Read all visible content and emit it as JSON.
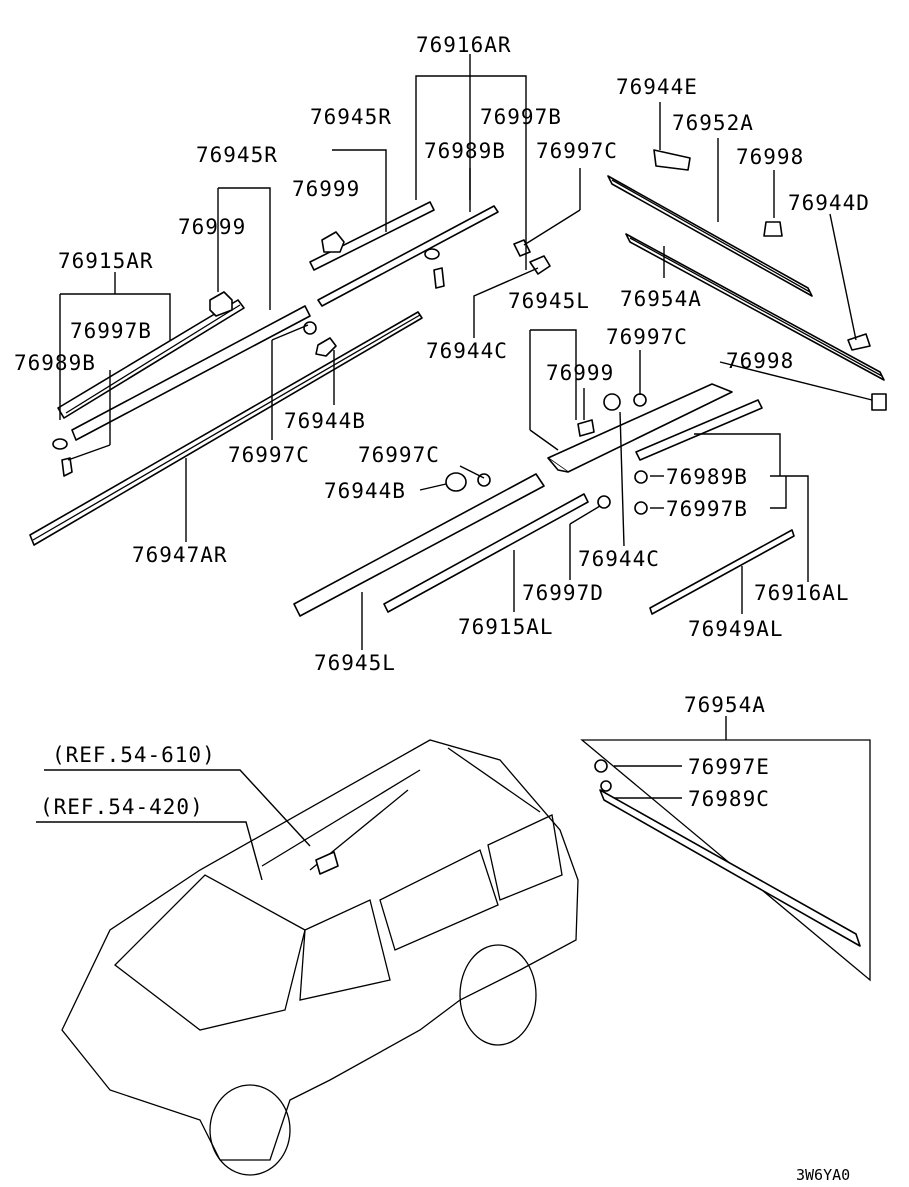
{
  "labels": {
    "l76916AR": "76916AR",
    "l76945R_upper": "76945R",
    "l76997B_upper": "76997B",
    "l76989B_upper": "76989B",
    "l76997C_upper": "76997C",
    "l76945R_left": "76945R",
    "l76999_a": "76999",
    "l76999_b": "76999",
    "l76915AR": "76915AR",
    "l76997B_left": "76997B",
    "l76989B_left": "76989B",
    "l76944B_upper": "76944B",
    "l76997C_left": "76997C",
    "l76947AR": "76947AR",
    "l76944E": "76944E",
    "l76952A": "76952A",
    "l76998_top": "76998",
    "l76944D": "76944D",
    "l76954A": "76954A",
    "l76998_right": "76998",
    "l76944C_mid": "76944C",
    "l76945L_top": "76945L",
    "l76997C_mid": "76997C",
    "l76999_c": "76999",
    "l76997C_lower": "76997C",
    "l76944B_lower": "76944B",
    "l76989B_right": "76989B",
    "l76997B_right": "76997B",
    "l76944C_lower": "76944C",
    "l76997D": "76997D",
    "l76916AL": "76916AL",
    "l76915AL": "76915AL",
    "l76949AL": "76949AL",
    "l76945L_bottom": "76945L",
    "l76954A_inset": "76954A",
    "l76997E": "76997E",
    "l76989C": "76989C",
    "ref610": "(REF.54-610)",
    "ref420": "(REF.54-420)",
    "code": "3W6YA0"
  }
}
